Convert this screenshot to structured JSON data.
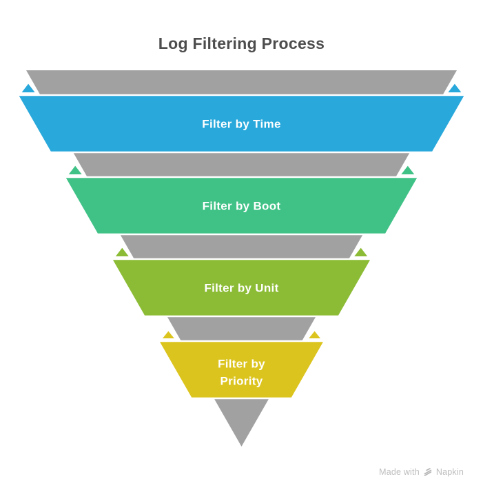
{
  "title": "Log Filtering Process",
  "title_color": "#4d4d4d",
  "funnel": {
    "background_color": "#a1a1a1",
    "label_text_color": "#ffffff"
  },
  "levels": [
    {
      "label": "Filter by Time",
      "label_lines": [
        "Filter by Time"
      ],
      "color": "#28a8db"
    },
    {
      "label": "Filter by Boot",
      "label_lines": [
        "Filter by Boot"
      ],
      "color": "#40c287"
    },
    {
      "label": "Filter by Unit",
      "label_lines": [
        "Filter by Unit"
      ],
      "color": "#8cbc35"
    },
    {
      "label": "Filter by Priority",
      "label_lines": [
        "Filter by",
        "Priority"
      ],
      "color": "#dcc41e"
    }
  ],
  "watermark": {
    "made_with": "Made with",
    "brand": "Napkin",
    "color": "#bdbdbd"
  }
}
